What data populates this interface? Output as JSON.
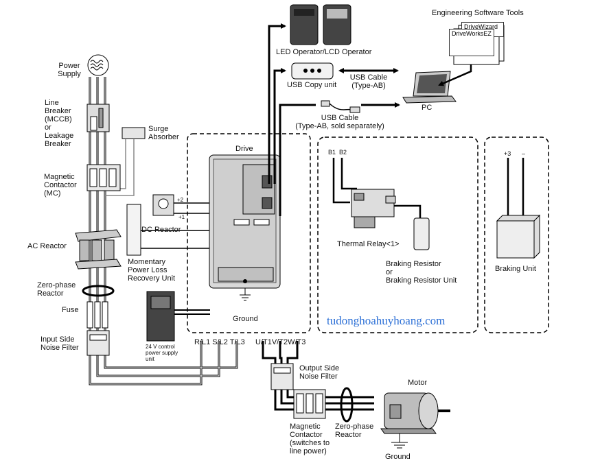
{
  "labels": {
    "power_supply": [
      "Power",
      "Supply"
    ],
    "line_breaker": [
      "Line",
      "Breaker",
      "(MCCB)",
      "or",
      "Leakage",
      "Breaker"
    ],
    "magnetic_contactor_input": [
      "Magnetic",
      "Contactor",
      "(MC)"
    ],
    "ac_reactor": "AC Reactor",
    "zero_phase_reactor_input": [
      "Zero-phase",
      "Reactor"
    ],
    "fuse": "Fuse",
    "input_noise_filter": [
      "Input Side",
      "Noise Filter"
    ],
    "surge_absorber": [
      "Surge",
      "Absorber"
    ],
    "dc_reactor": "DC Reactor",
    "dc_plus2": "+2",
    "dc_plus1": "+1",
    "momentary_power_loss": [
      "Momentary",
      "Power Loss",
      "Recovery Unit"
    ],
    "control_power_supply": [
      "24 V control",
      "power supply",
      "unit"
    ],
    "drive": "Drive",
    "drive_ground": "Ground",
    "input_terminals": "R/L1 S/L2 T/L3",
    "output_terminals": "U/T1V/T2W/T3",
    "operator": "LED Operator/LCD Operator",
    "usb_copy_unit": "USB Copy unit",
    "usb_cable_ab": [
      "USB Cable",
      "(Type-AB)"
    ],
    "usb_cable_separate": [
      "USB Cable",
      "(Type-AB, sold separately)"
    ],
    "pc": "PC",
    "engineering_tools": "Engineering Software Tools",
    "drivewizard": "DriveWizard",
    "driveworksez": "DriveWorksEZ",
    "b1": "B1",
    "b2": "B2",
    "thermal_relay": "Thermal Relay<1>",
    "braking_resistor": [
      "Braking Resistor",
      "or",
      "Braking Resistor Unit"
    ],
    "plus3": "+3",
    "minus": "–",
    "braking_unit": "Braking Unit",
    "watermark": "tudonghoahuyhoang.com",
    "output_noise_filter": [
      "Output Side",
      "Noise Filter"
    ],
    "motor": "Motor",
    "magnetic_contactor_output": [
      "Magnetic",
      "Contactor",
      "(switches to",
      "line power)"
    ],
    "zero_phase_reactor_output": [
      "Zero-phase",
      "Reactor"
    ],
    "motor_ground": "Ground"
  },
  "colors": {
    "line": "#000000",
    "device_fill": "#d9d9d9",
    "device_dark": "#3a3a3a",
    "watermark": "#2b6fd6"
  }
}
